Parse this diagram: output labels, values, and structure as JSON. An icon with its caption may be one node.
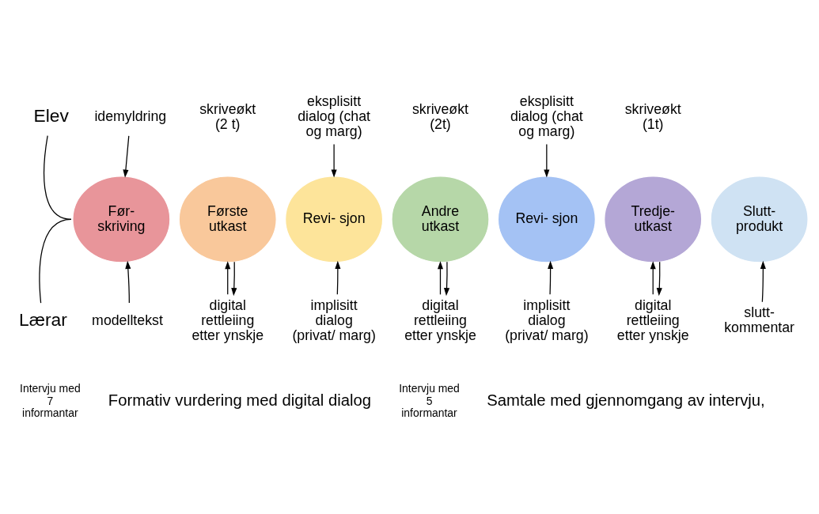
{
  "diagram": {
    "nodes": [
      {
        "text": [
          "Elev"
        ]
      },
      {
        "text": [
          "idemyldring"
        ]
      },
      {
        "text": [
          "eksplisitt dialog (chat og marg)"
        ]
      },
      {
        "text": [
          "eksplisitt dialog (chat og marg)"
        ]
      },
      {
        "text": [
          "Før- skriving"
        ]
      },
      {
        "text": [
          "Første utkast"
        ],
        "beside": [
          "skriveøkt (2 t)"
        ]
      },
      {
        "text": [
          "Revi- sjon"
        ]
      },
      {
        "text": [
          "Andre utkast"
        ],
        "beside": [
          "skriveøkt (2t)"
        ]
      },
      {
        "text": [
          "Revi- sjon"
        ]
      },
      {
        "text": [
          "Tredje- utkast"
        ],
        "beside": [
          "skriveøkt (1t)"
        ]
      },
      {
        "text": [
          "Slutt- produkt"
        ]
      },
      {
        "text": [
          "Lærar"
        ]
      },
      {
        "text": [
          "modelltekst"
        ]
      },
      {
        "text": [
          "digital rettleiing etter ynskje"
        ]
      },
      {
        "text": [
          "implisitt dialog (privat/ marg)"
        ]
      },
      {
        "text": [
          "digital rettleiing etter ynskje"
        ]
      },
      {
        "text": [
          "implisitt dialog (privat/ marg)"
        ]
      },
      {
        "text": [
          "digital rettleiing etter ynskje"
        ]
      },
      {
        "text": [
          "slutt- kommentar"
        ]
      }
    ],
    "edges": [
      {
        "from": 0,
        "to": 4,
        "arrow": "none"
      },
      {
        "from": 1,
        "to": 4,
        "arrow": "to"
      },
      {
        "from": 2,
        "to": 6,
        "arrow": "to"
      },
      {
        "from": 3,
        "to": 8,
        "arrow": "to"
      },
      {
        "from": 11,
        "to": 4,
        "arrow": "none"
      },
      {
        "from": 12,
        "to": 4,
        "arrow": "to"
      },
      {
        "from": 13,
        "to": 5,
        "arrow": "to"
      },
      {
        "from": 5,
        "to": 13,
        "arrow": "to"
      },
      {
        "from": 14,
        "to": 6,
        "arrow": "to"
      },
      {
        "from": 15,
        "to": 7,
        "arrow": "to"
      },
      {
        "from": 7,
        "to": 15,
        "arrow": "to"
      },
      {
        "from": 16,
        "to": 8,
        "arrow": "to"
      },
      {
        "from": 17,
        "to": 9,
        "arrow": "to"
      },
      {
        "from": 9,
        "to": 17,
        "arrow": "to"
      },
      {
        "from": 18,
        "to": 10,
        "arrow": "to"
      }
    ],
    "labels": [
      "Intervju med 7 informantar",
      "Formativ vurdering med digital dialog",
      "Intervju med 5 informantar",
      "Samtale med gjennomgang av intervju,"
    ]
  }
}
